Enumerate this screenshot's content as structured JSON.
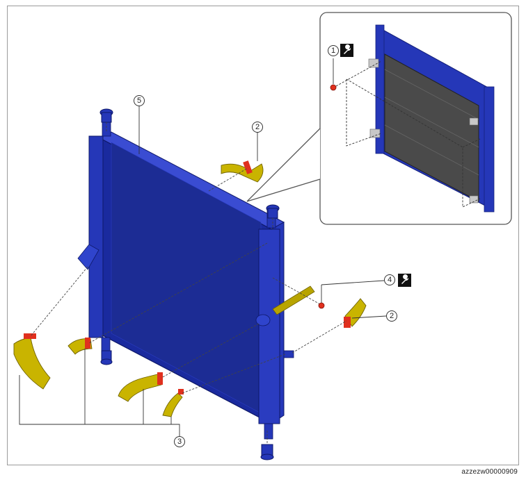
{
  "callouts": {
    "c1": "1",
    "c2_top": "2",
    "c2_right": "2",
    "c3": "3",
    "c4": "4",
    "c5": "5"
  },
  "icons": {
    "tool": "wrench-icon"
  },
  "colors": {
    "radiator": "#2537b8",
    "radiator_dark": "#14207a",
    "hose": "#c9b400",
    "hose_dark": "#6f6200",
    "clamp": "#e0301e",
    "condenser": "#4a4a4a",
    "frame": "#9a9a9a"
  },
  "footer": {
    "code": "azzezw00000909"
  }
}
